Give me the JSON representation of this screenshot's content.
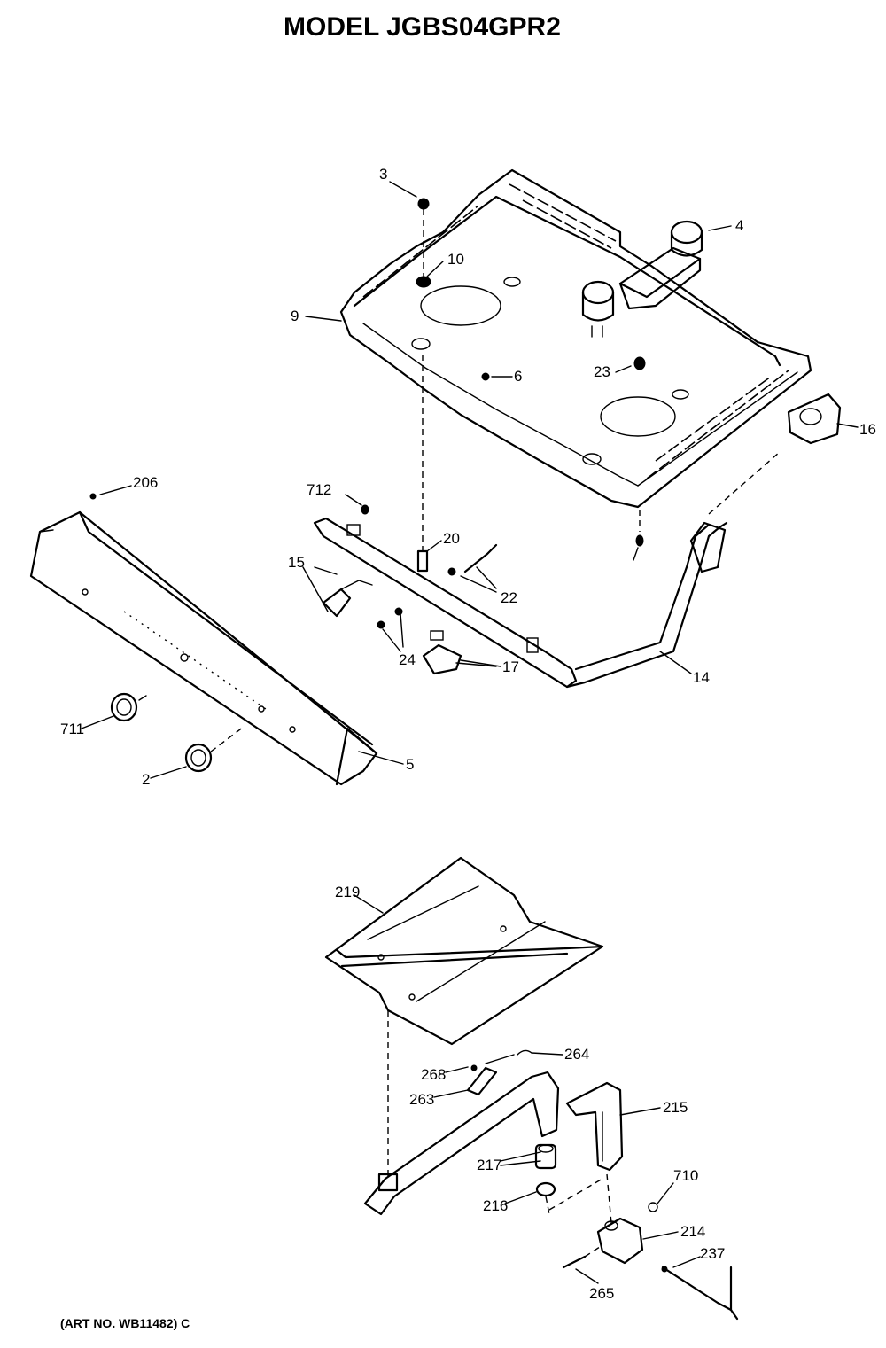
{
  "title": "MODEL JGBS04GPR2",
  "art_number": "(ART NO. WB11482) C",
  "callouts": {
    "p3": "3",
    "p4": "4",
    "p9": "9",
    "p10": "10",
    "p6": "6",
    "p23": "23",
    "p16": "16",
    "p206": "206",
    "p712": "712",
    "p20": "20",
    "p15": "15",
    "p22": "22",
    "p24": "24",
    "p17": "17",
    "p14": "14",
    "p711": "711",
    "p2": "2",
    "p5": "5",
    "p219": "219",
    "p264": "264",
    "p268": "268",
    "p263": "263",
    "p215": "215",
    "p217": "217",
    "p710": "710",
    "p216": "216",
    "p214": "214",
    "p237": "237",
    "p265": "265"
  }
}
